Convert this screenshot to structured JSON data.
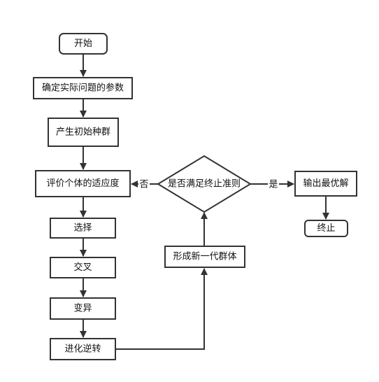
{
  "nodes": {
    "start": "开始",
    "define_params": "确定实际问题的参数",
    "init_population": "产生初始种群",
    "evaluate_fitness": "评价个体的适应度",
    "select": "选择",
    "crossover": "交叉",
    "mutation": "变异",
    "evolve_reverse": "进化逆转",
    "new_generation": "形成新一代群体",
    "check_termination": "是否满足终止准则",
    "output_optimal": "输出最优解",
    "end": "终止"
  },
  "edges": {
    "yes_label": "是",
    "no_label": "否"
  },
  "colors": {
    "stroke": "#333333",
    "fill": "#ffffff",
    "text": "#111111"
  }
}
